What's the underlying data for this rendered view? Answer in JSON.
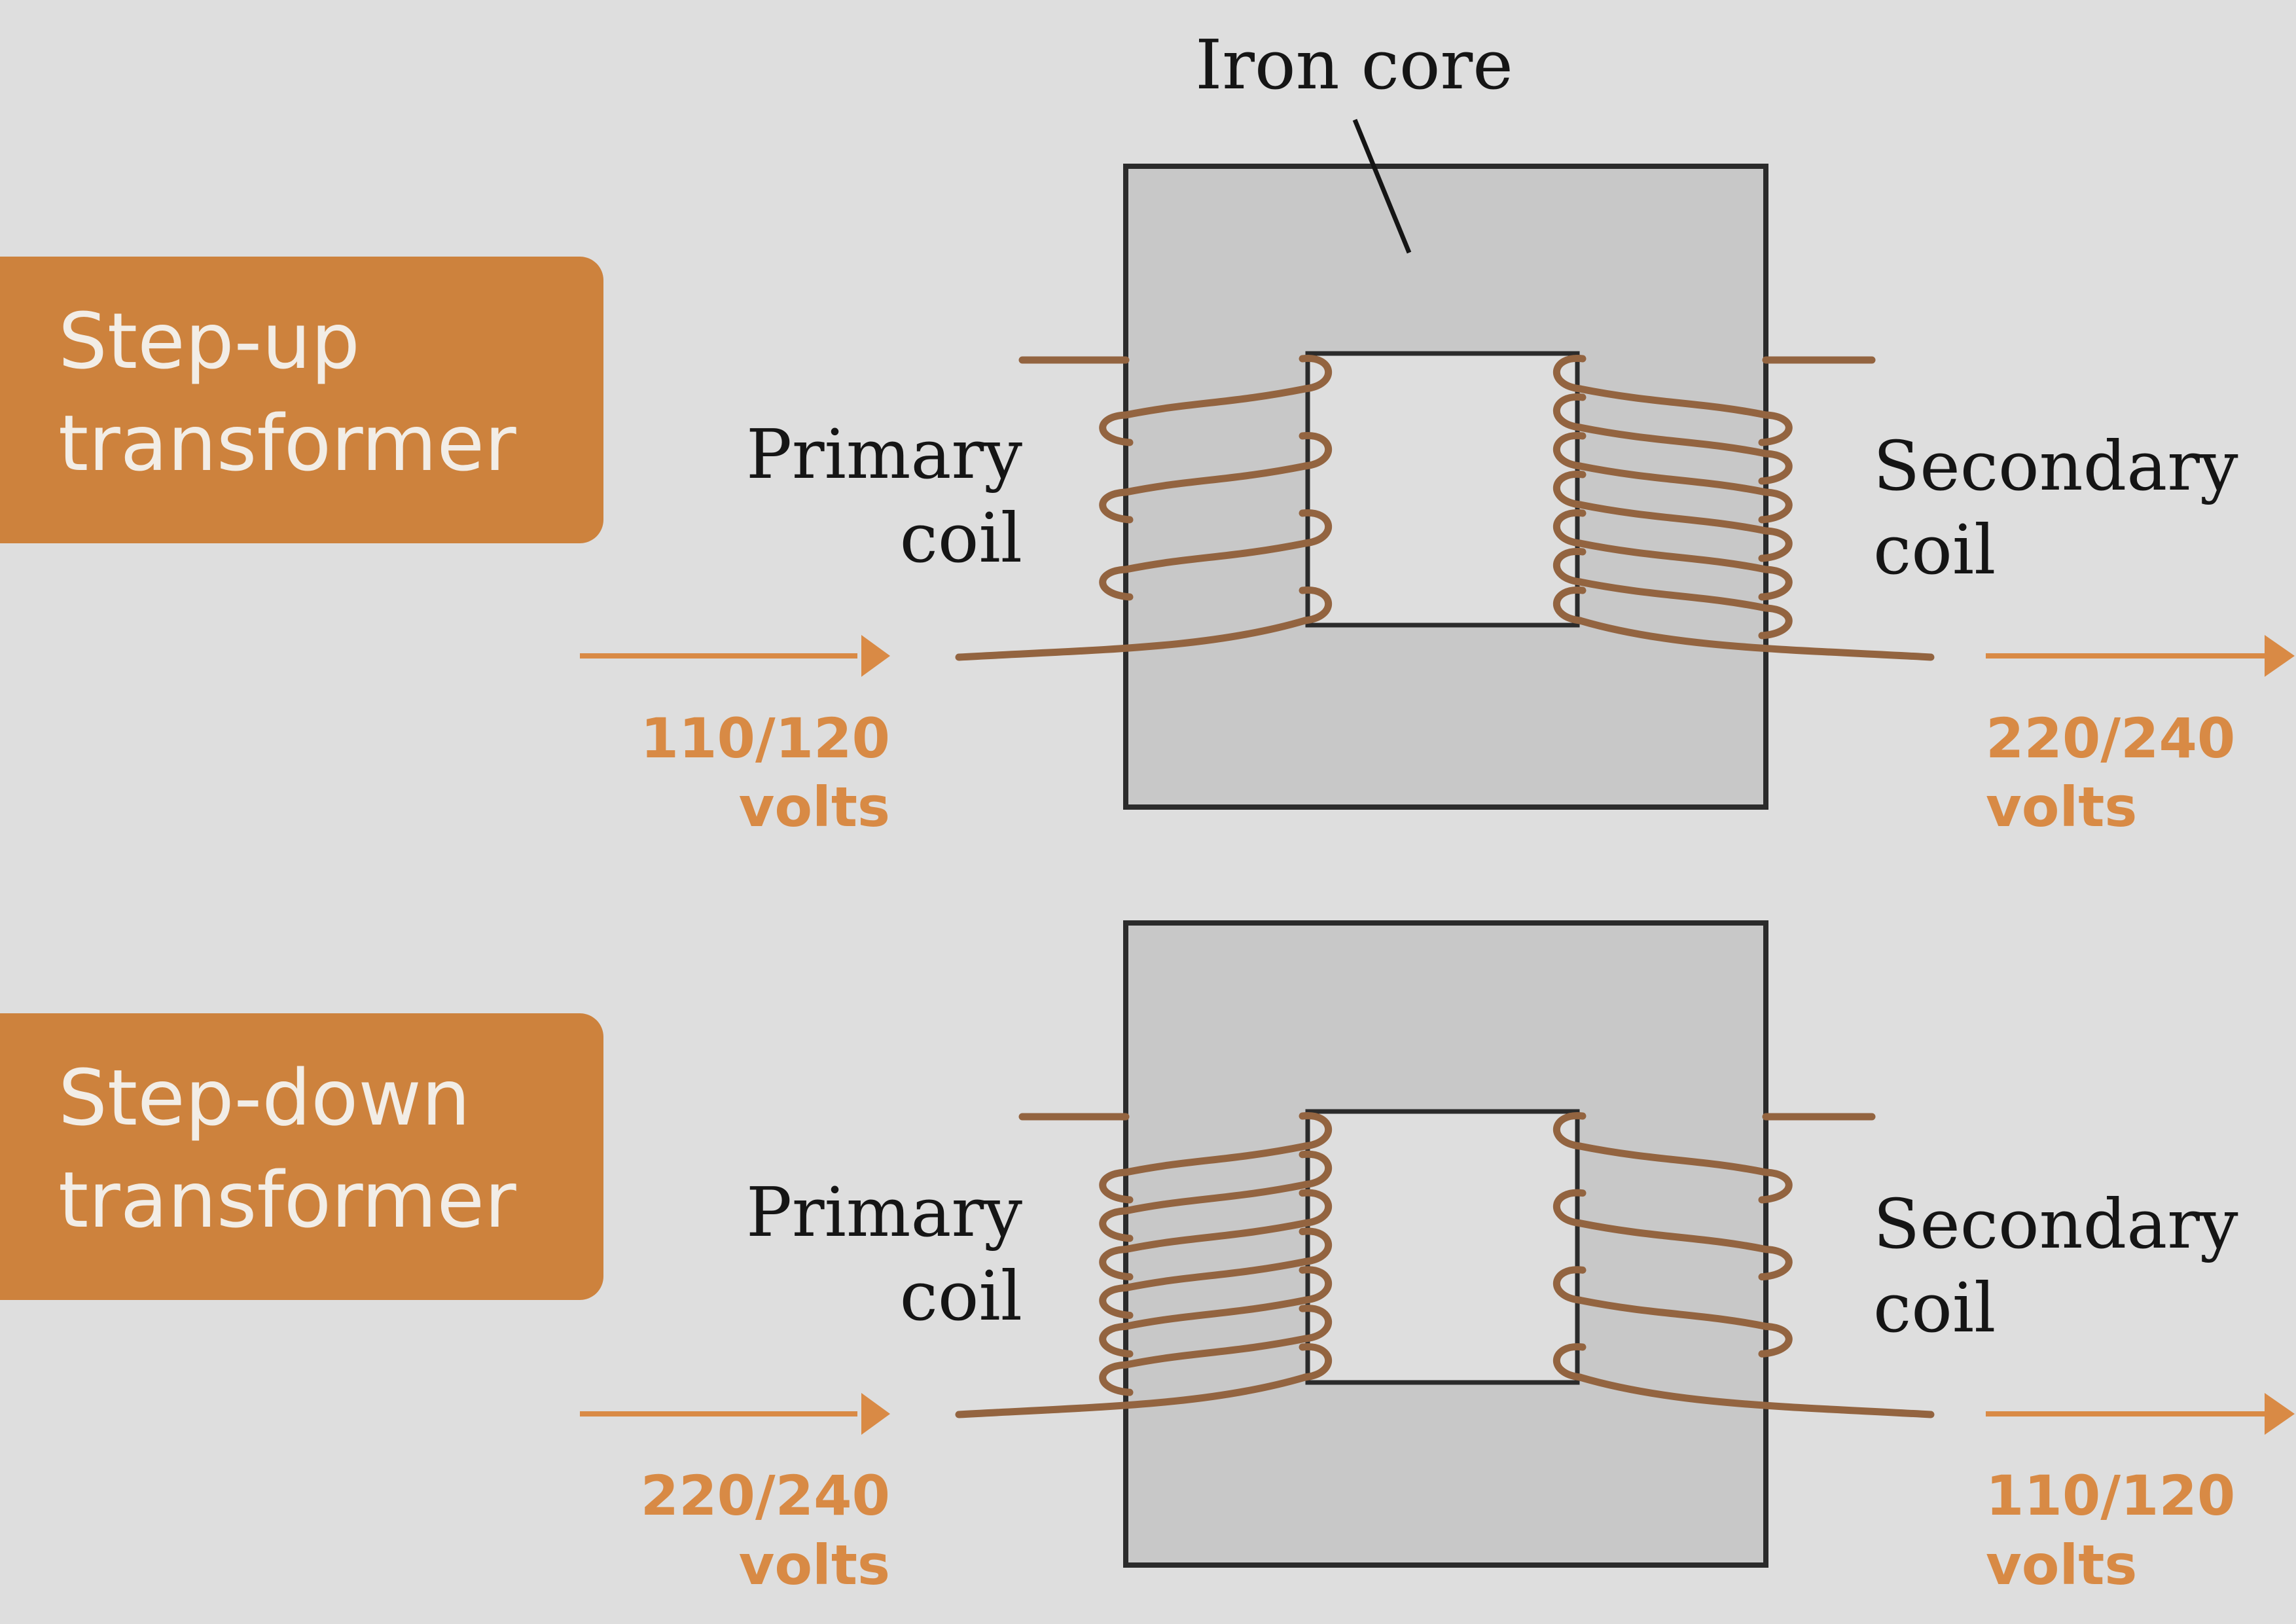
{
  "title": "Iron core",
  "colors": {
    "background": "#DEDEDE",
    "core_fill": "#C8C8C8",
    "core_stroke": "#2B2B2B",
    "wire": "#936440",
    "accent": "#CD823D",
    "arrow": "#D98A45",
    "badge_text": "#F2EDE6"
  },
  "transformers": [
    {
      "id": "step-up",
      "badge": [
        "Step-up",
        "transformer"
      ],
      "primary_label": [
        "Primary",
        "coil"
      ],
      "secondary_label": [
        "Secondary",
        "coil"
      ],
      "input_voltage": [
        "110/120",
        "volts"
      ],
      "output_voltage": [
        "220/240",
        "volts"
      ],
      "primary_turns": 4,
      "secondary_turns": 7
    },
    {
      "id": "step-down",
      "badge": [
        "Step-down",
        "transformer"
      ],
      "primary_label": [
        "Primary",
        "coil"
      ],
      "secondary_label": [
        "Secondary",
        "coil"
      ],
      "input_voltage": [
        "220/240",
        "volts"
      ],
      "output_voltage": [
        "110/120",
        "volts"
      ],
      "primary_turns": 7,
      "secondary_turns": 4
    }
  ]
}
